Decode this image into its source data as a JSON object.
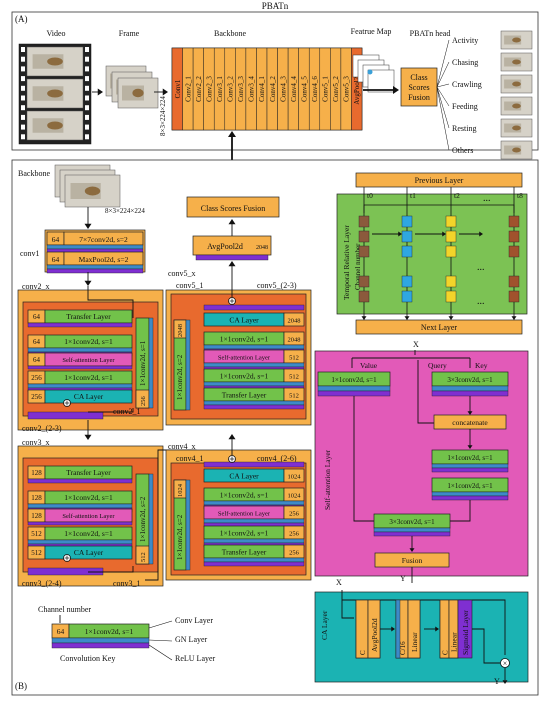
{
  "title": "PBATn",
  "panelA": {
    "label": "(A)",
    "video": "Video",
    "frame": "Frame",
    "backbone": "Backbone",
    "feature_map": "Featrue Map",
    "head": "PBATn head",
    "input_dims": "8×3×224×224",
    "layers": [
      "Conv1",
      "Conv2_1",
      "Conv2_2",
      "Conv2_3",
      "Conv3_1",
      "Conv3_2",
      "Conv3_3",
      "Conv3_4",
      "Conv4_1",
      "Conv4_2",
      "Conv4_3",
      "Conv4_4",
      "Conv4_5",
      "Conv4_6",
      "Conv5_1",
      "Conv5_2",
      "Conv5_3",
      "AvgPool2d"
    ],
    "fusion": [
      "Class",
      "Scores",
      "Fusion"
    ],
    "classes": [
      "Activity",
      "Chasing",
      "Crawling",
      "Feeding",
      "Resting",
      "Others"
    ]
  },
  "panelB": {
    "label": "(B)",
    "backbone": "Backbone",
    "input_dims": "8×3×224×224",
    "conv1": {
      "name": "conv1",
      "rows": [
        [
          "64",
          "7×7conv2d, s=2"
        ],
        [
          "64",
          "MaxPool2d, s=2"
        ]
      ]
    },
    "conv2": {
      "name": "conv2_x",
      "sub1": "conv2_1",
      "repeat": "conv2_(2-3)",
      "rows": [
        [
          "64",
          "Transfer Layer"
        ],
        [
          "64",
          "1×1conv2d, s=1"
        ],
        [
          "64",
          "Self-attention Layer"
        ],
        [
          "256",
          "1×1conv2d, s=1"
        ],
        [
          "256",
          "CA Layer"
        ]
      ],
      "skip": [
        "256",
        "1×1conv2d, s=1"
      ]
    },
    "conv3": {
      "name": "conv3_x",
      "sub1": "conv3_1",
      "repeat": "conv3_(2-4)",
      "rows": [
        [
          "128",
          "Transfer Layer"
        ],
        [
          "128",
          "1×1conv2d, s=1"
        ],
        [
          "128",
          "Self-attention Layer"
        ],
        [
          "512",
          "1×1conv2d, s=1"
        ],
        [
          "512",
          "CA Layer"
        ]
      ],
      "skip": [
        "512",
        "1×1conv2d, s=2"
      ]
    },
    "conv4": {
      "name": "conv4_x",
      "sub1": "conv4_1",
      "repeat": "conv4_(2-6)",
      "rows": [
        [
          "1024",
          "CA Layer"
        ],
        [
          "1024",
          "1×1conv2d, s=1"
        ],
        [
          "256",
          "Self-attention Layer"
        ],
        [
          "256",
          "1×1conv2d, s=1"
        ],
        [
          "256",
          "Transfer Layer"
        ]
      ],
      "skip": [
        "1024",
        "1×1conv2d, s=2"
      ]
    },
    "conv5": {
      "name": "conv5_x",
      "sub1": "conv5_1",
      "repeat": "conv5_(2-3)",
      "rows": [
        [
          "2048",
          "CA Layer"
        ],
        [
          "2048",
          "1×1conv2d, s=1"
        ],
        [
          "512",
          "Self-attention Layer"
        ],
        [
          "512",
          "1×1conv2d, s=1"
        ],
        [
          "512",
          "Transfer Layer"
        ]
      ],
      "skip": [
        "2048",
        "1×1conv2d, s=2"
      ]
    },
    "avgpool": [
      "AvgPool2d",
      "2048"
    ],
    "class_fusion": "Class Scores Fusion",
    "key": {
      "channel_number": "Channel number",
      "row": [
        "64",
        "1×1conv2d, s=1"
      ],
      "legend": [
        "Conv Layer",
        "GN Layer",
        "ReLU Layer"
      ],
      "title": "Convolution Key"
    },
    "temporal": {
      "side_label": "Temporal Relative Layer",
      "channel": "Channel number",
      "prev": "Previous Layer",
      "next": "Next Layer",
      "times": [
        "t0",
        "t1",
        "t2",
        "t8"
      ],
      "dots": "..."
    },
    "self_attention": {
      "side_label": "Self-attention Layer",
      "x": "X",
      "value": "Value",
      "query": "Query",
      "key": "Key",
      "value_conv": "1×1conv2d, s=1",
      "key_conv": "3×3conv2d, s=1",
      "concat": "concatenate",
      "c1": "1×1conv2d, s=1",
      "c2": "1×1conv2d, s=1",
      "c3": "3×3conv2d, s=1",
      "fusion": "Fusion",
      "y": "Y"
    },
    "ca": {
      "side_label": "CA Layer",
      "x": "X",
      "y": "Y",
      "c": "C",
      "c16": "C/16",
      "avgpool": "AvgPool2d",
      "linear": "Linear",
      "sigmoid": "Sigmoid Layer",
      "times": "×"
    }
  },
  "colors": {
    "orange_fill": "#f6b04a",
    "dark_orange": "#e86a2e",
    "green": "#7cc254",
    "blue_bar": "#3d8ac8",
    "purple_bar": "#7f2fd1",
    "pink": "#e25ab8",
    "teal": "#1bb3b3",
    "light_green": "#72c24a"
  }
}
